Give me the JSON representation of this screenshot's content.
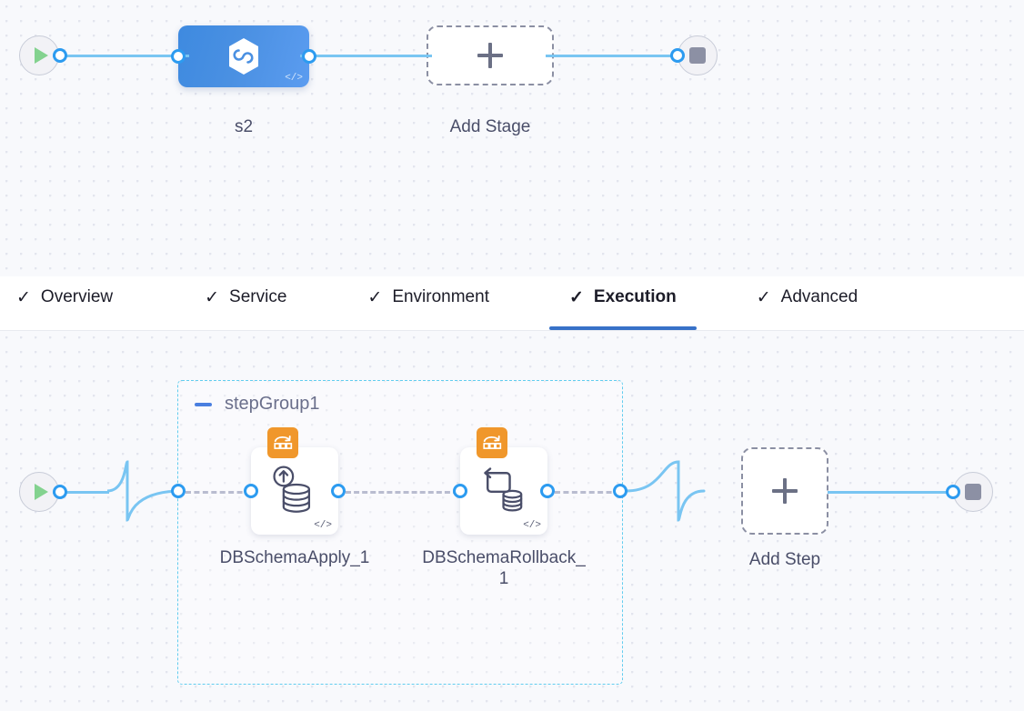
{
  "tabs": [
    {
      "label": "Overview",
      "icon": "check-icon",
      "active": false
    },
    {
      "label": "Service",
      "icon": "check-icon",
      "active": false
    },
    {
      "label": "Environment",
      "icon": "check-icon",
      "active": false
    },
    {
      "label": "Execution",
      "icon": "check-icon",
      "active": true
    },
    {
      "label": "Advanced",
      "icon": "check-icon",
      "active": false
    }
  ],
  "tab_check_glyph": "✓",
  "colors": {
    "accent_blue": "#3771c8",
    "wire_blue": "#79c5f2",
    "port_blue": "#2c9bf0",
    "stage_blue": "#4a90e2",
    "group_border": "#62cdef",
    "badge_orange": "#f0972b",
    "canvas_bg": "#f8f9fc",
    "dot_grid": "#e3e5ee",
    "play_green": "#83d28f",
    "stop_gray": "#8c90a4"
  },
  "stage_canvas": {
    "start_node": {
      "name": "pipeline-start",
      "icon": "play-icon"
    },
    "stage": {
      "label": "s2",
      "icon": "harness-cd-hexagon-icon",
      "code_badge": "</>"
    },
    "add_stage": {
      "label": "Add Stage",
      "icon": "plus-icon"
    },
    "end_node": {
      "name": "pipeline-end",
      "icon": "stop-icon"
    }
  },
  "execution_canvas": {
    "start_node": {
      "name": "execution-start",
      "icon": "play-icon"
    },
    "step_group": {
      "label": "stepGroup1",
      "collapse_icon": "minus-icon",
      "steps": [
        {
          "label": "DBSchemaApply_1",
          "badge_icon": "db-schema-migration-badge-icon",
          "glyph_icon": "database-apply-up-arrow-icon",
          "code_badge": "</>"
        },
        {
          "label": "DBSchemaRollback_1",
          "badge_icon": "db-schema-migration-badge-icon",
          "glyph_icon": "database-rollback-arrow-icon",
          "code_badge": "</>"
        }
      ]
    },
    "add_step": {
      "label": "Add Step",
      "icon": "plus-icon"
    },
    "end_node": {
      "name": "execution-end",
      "icon": "stop-icon"
    }
  }
}
